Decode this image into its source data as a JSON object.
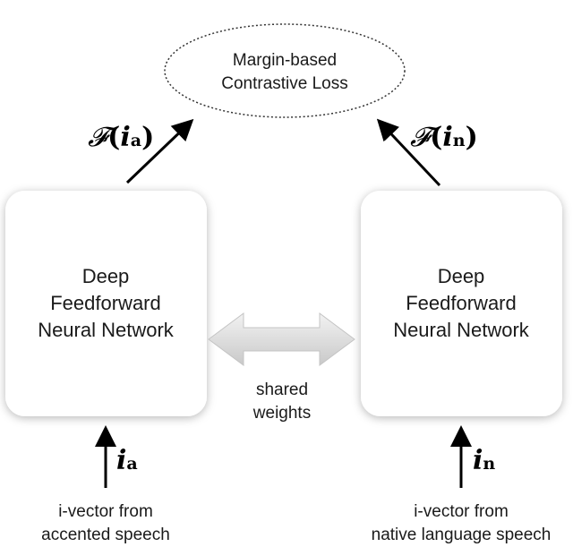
{
  "loss": {
    "line1": "Margin-based",
    "line2": "Contrastive Loss"
  },
  "left_net": {
    "line1": "Deep",
    "line2": "Feedforward",
    "line3": "Neural Network"
  },
  "right_net": {
    "line1": "Deep",
    "line2": "Feedforward",
    "line3": "Neural Network"
  },
  "shared": {
    "line1": "shared",
    "line2": "weights"
  },
  "left_output": {
    "func": "𝓕",
    "open": "(",
    "var": "i",
    "sub": "a",
    "close": ")"
  },
  "right_output": {
    "func": "𝓕",
    "open": "(",
    "var": "i",
    "sub": "n",
    "close": ")"
  },
  "left_input": {
    "var": "i",
    "sub": "a",
    "caption1": "i-vector from",
    "caption2": "accented speech"
  },
  "right_input": {
    "var": "i",
    "sub": "n",
    "caption1": "i-vector from",
    "caption2": "native language speech"
  },
  "colors": {
    "box_fill": "#ffffff",
    "text": "#1a1a1a",
    "arrow": "#000000",
    "double_arrow": "#d7d7d7"
  }
}
